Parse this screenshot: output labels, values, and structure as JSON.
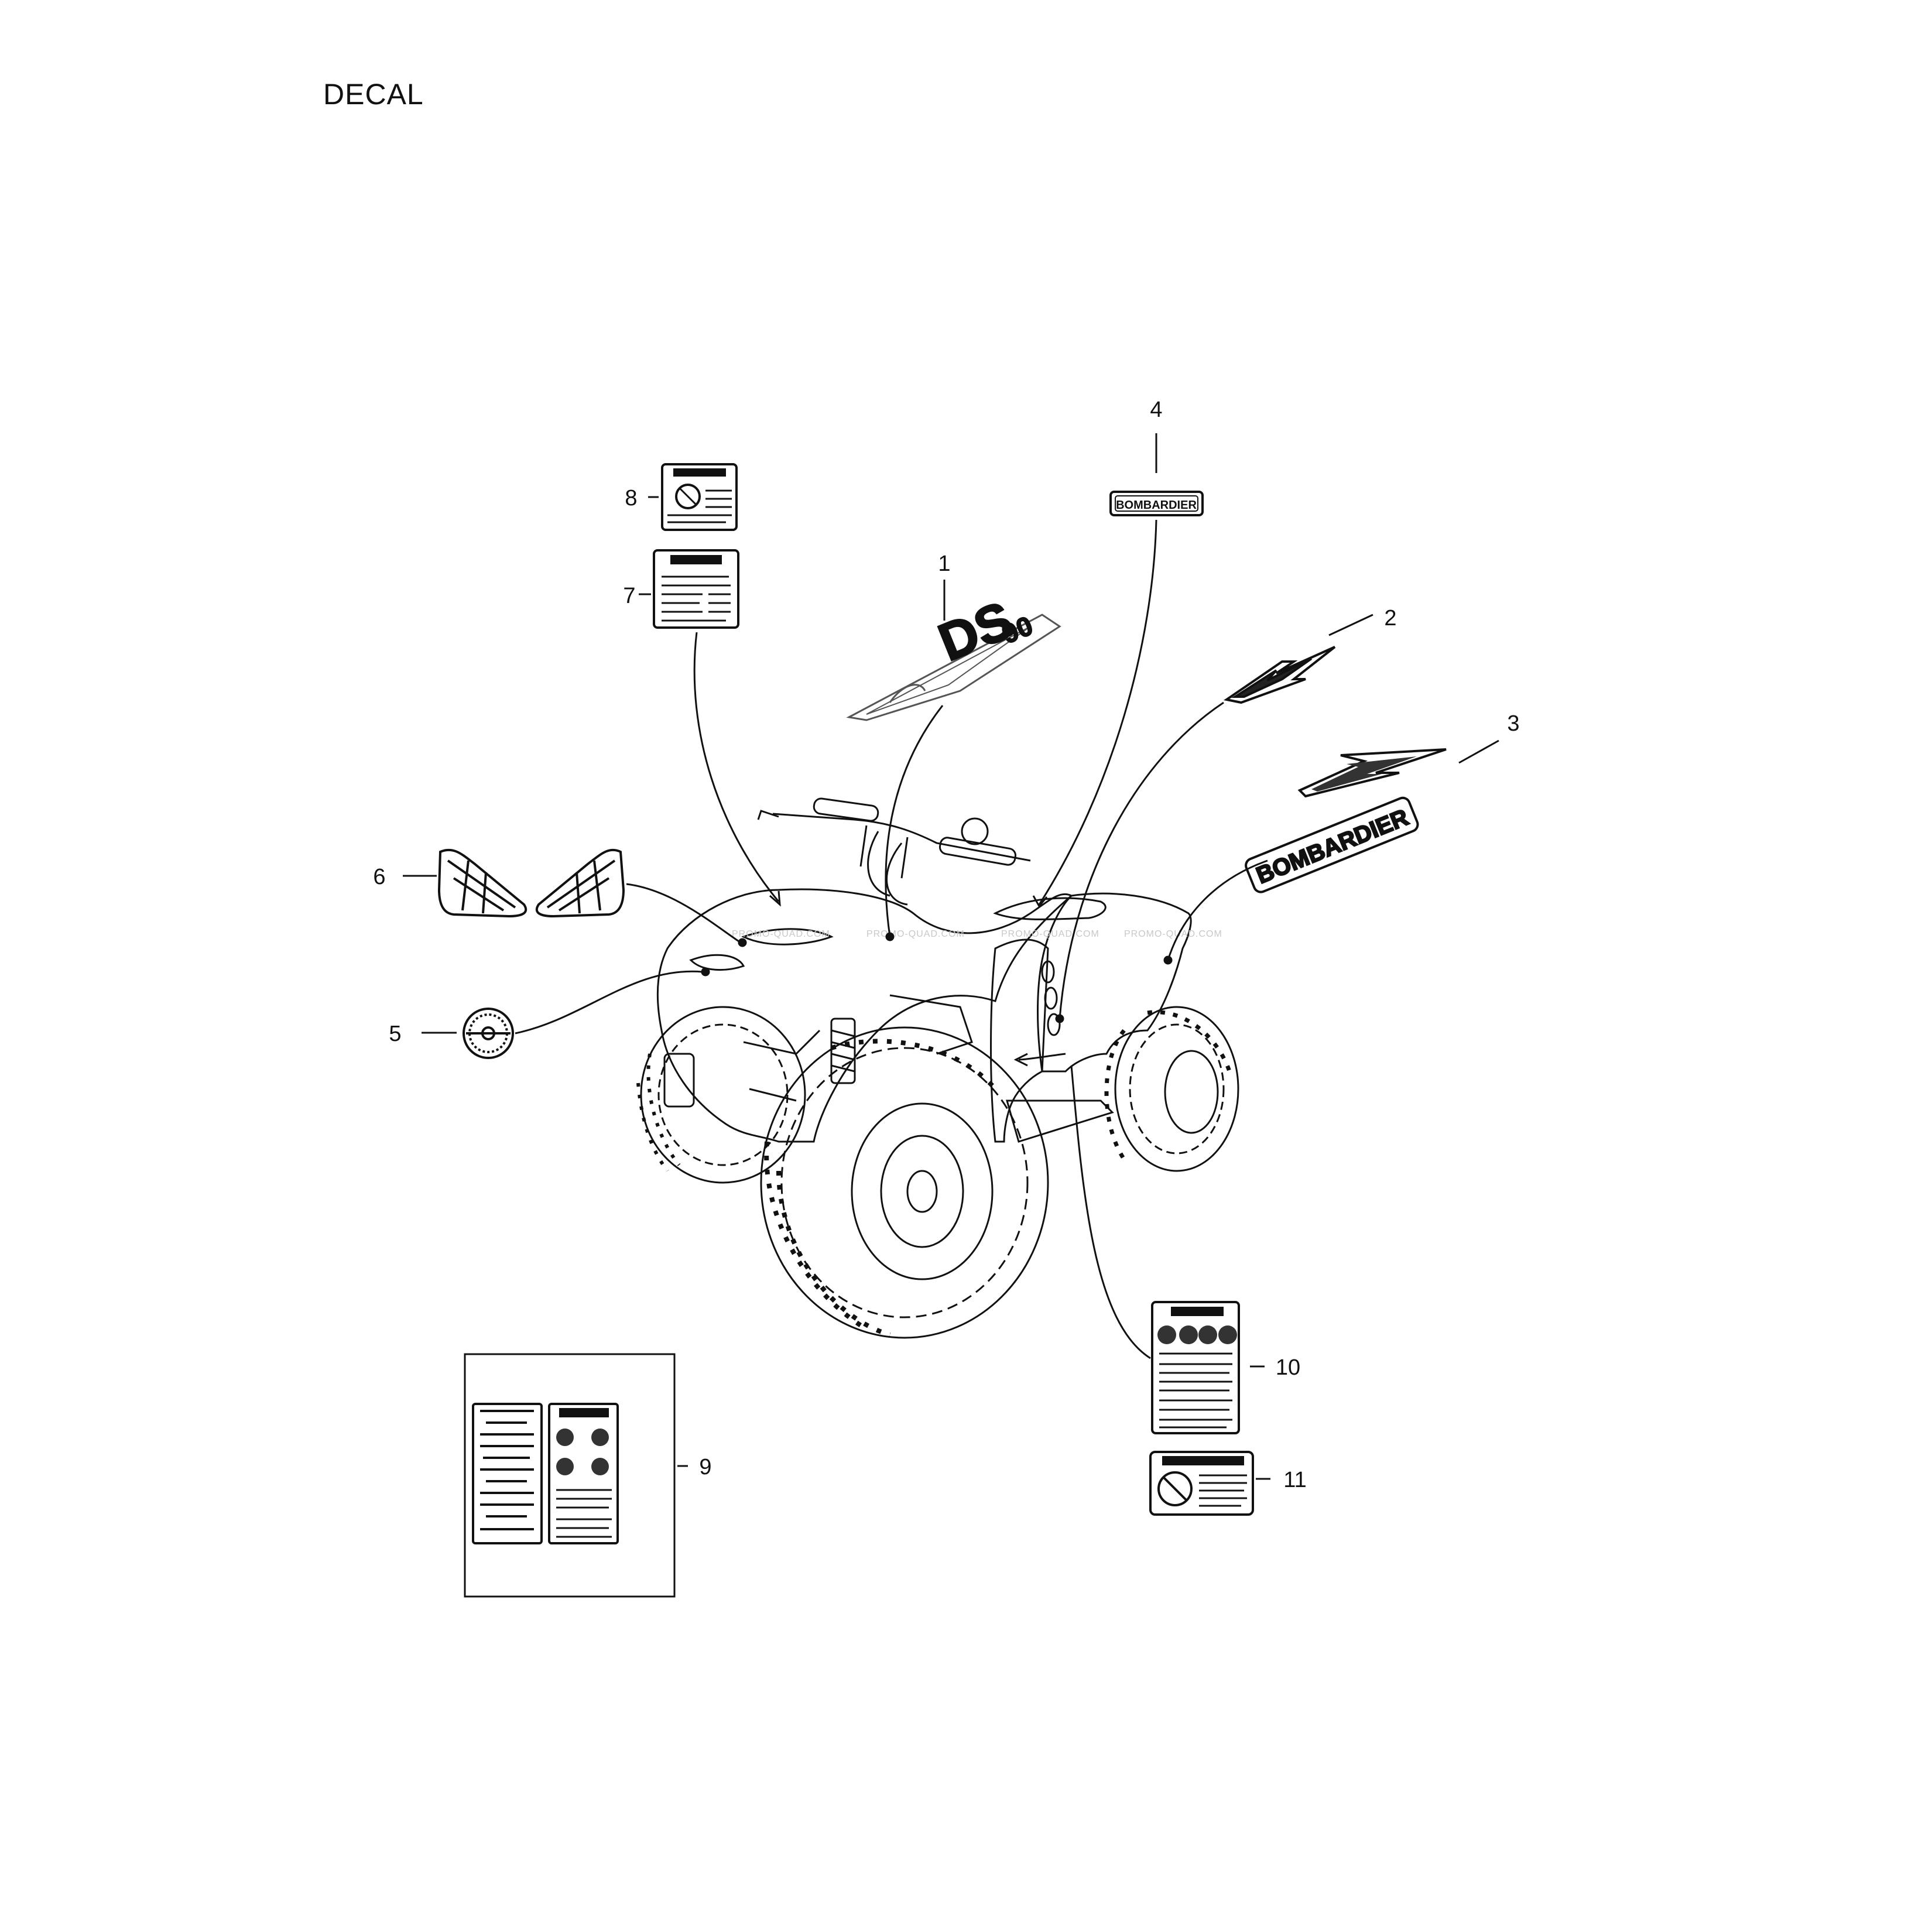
{
  "title": "DECAL",
  "callouts": [
    "1",
    "2",
    "3",
    "4",
    "5",
    "6",
    "7",
    "8",
    "9",
    "10",
    "11"
  ],
  "decals": {
    "bombardier_small": "BOMBARDIER",
    "bombardier_large": "BOMBARDIER",
    "ds_logo": "DS",
    "ds_sub": "90"
  },
  "watermark": "PROMO-QUAD.COM"
}
